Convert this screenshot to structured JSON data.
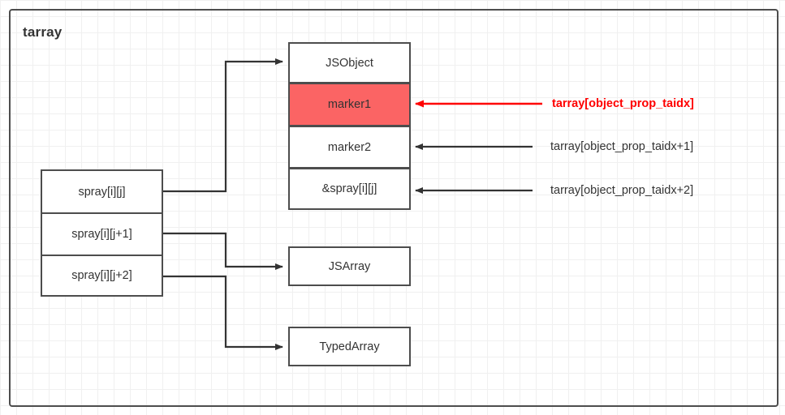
{
  "container": {
    "title": "tarray"
  },
  "object_stack": {
    "name": "jsobject-stack",
    "cells": [
      {
        "label": "JSObject",
        "highlight": false
      },
      {
        "label": "marker1",
        "highlight": true
      },
      {
        "label": "marker2",
        "highlight": false
      },
      {
        "label": "&spray[i][j]",
        "highlight": false
      }
    ]
  },
  "spray_stack": {
    "name": "spray-stack",
    "cells": [
      {
        "label": "spray[i][j]"
      },
      {
        "label": "spray[i][j+1]"
      },
      {
        "label": "spray[i][j+2]"
      }
    ]
  },
  "other_nodes": [
    {
      "label": "JSArray"
    },
    {
      "label": "TypedArray"
    }
  ],
  "annotations": [
    {
      "label": "tarray[object_prop_taidx]",
      "color": "#ff0000",
      "emphasis": "bold"
    },
    {
      "label": "tarray[object_prop_taidx+1]",
      "color": "#333333",
      "emphasis": "normal"
    },
    {
      "label": "tarray[object_prop_taidx+2]",
      "color": "#333333",
      "emphasis": "normal"
    }
  ],
  "colors": {
    "highlight_fill": "#fb6464",
    "stroke": "#4d4d4d",
    "accent_red": "#ff0000",
    "grid": "#e6e6e6"
  }
}
